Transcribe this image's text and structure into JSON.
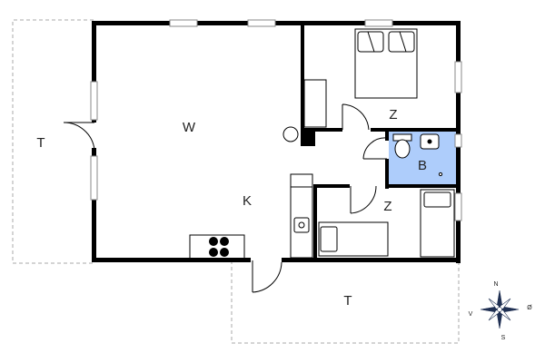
{
  "floorplan": {
    "rooms": {
      "living": "W",
      "kitchen": "K",
      "bedroom_top": "Z",
      "bedroom_bottom": "Z",
      "bathroom": "B",
      "terrace_left": "T",
      "terrace_bottom": "T"
    },
    "colors": {
      "wall": "#000000",
      "bathroom_fill": "#aecdfb",
      "window": "#bbbbbb",
      "terrace_outline": "#aaaaaa",
      "compass": "#1f2f52"
    }
  },
  "compass": {
    "north": "N",
    "south": "S",
    "west": "V",
    "east": "Ø"
  }
}
